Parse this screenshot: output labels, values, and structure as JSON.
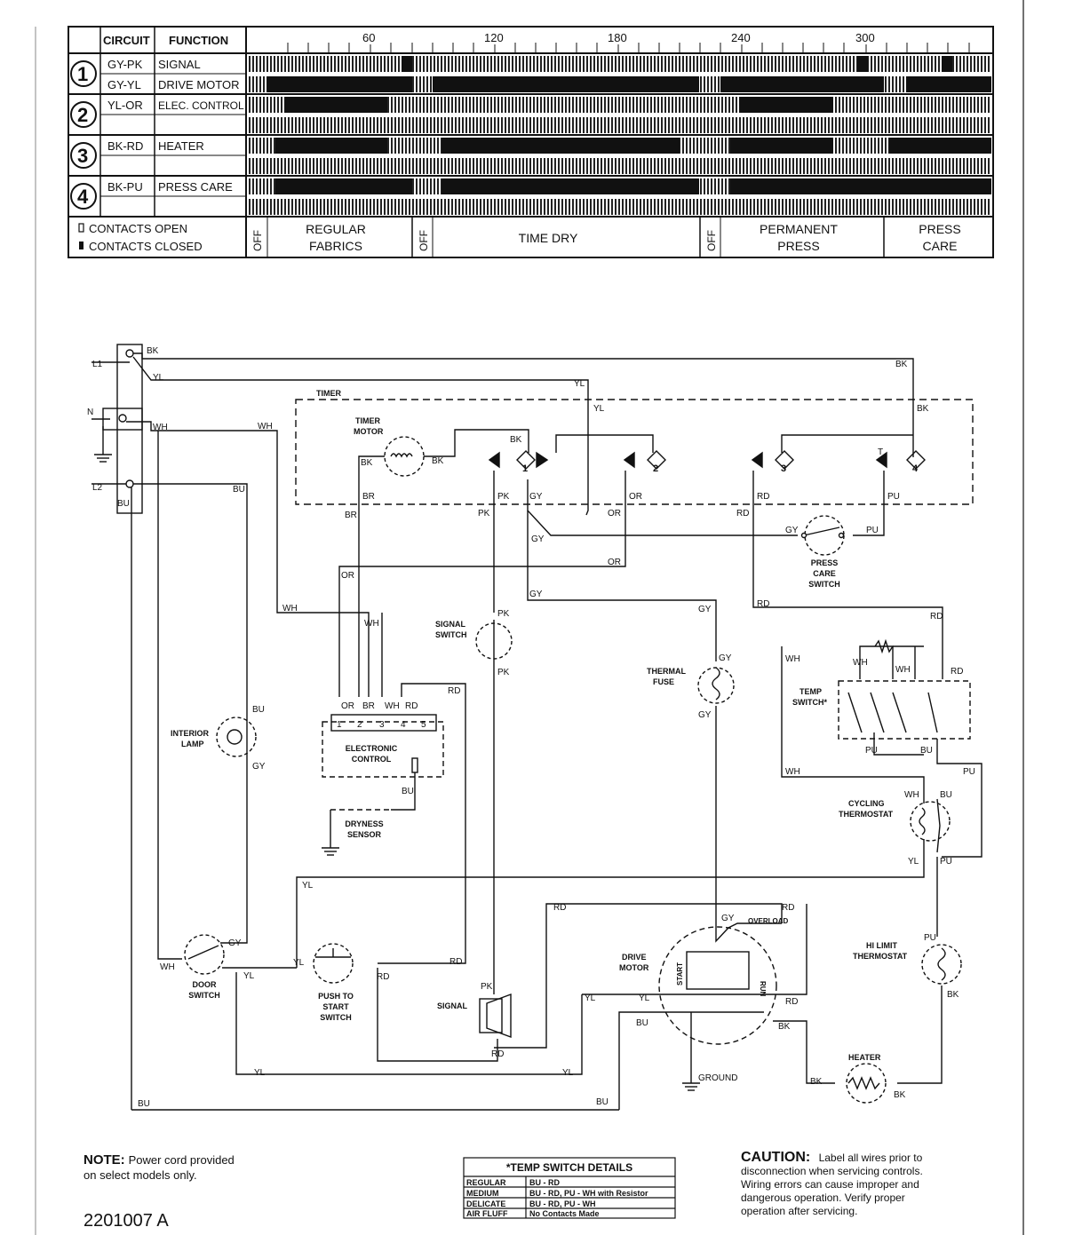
{
  "header_table": {
    "col_circuit": "CIRCUIT",
    "col_function": "FUNCTION",
    "time_ticks": [
      "60",
      "120",
      "180",
      "240",
      "300"
    ],
    "circuits": [
      {
        "num": "1",
        "rows": [
          {
            "code": "GY-PK",
            "function": "SIGNAL"
          },
          {
            "code": "GY-YL",
            "function": "DRIVE MOTOR"
          }
        ]
      },
      {
        "num": "2",
        "rows": [
          {
            "code": "YL-OR",
            "function": "ELEC. CONTROL"
          },
          {
            "code": "",
            "function": ""
          }
        ]
      },
      {
        "num": "3",
        "rows": [
          {
            "code": "BK-RD",
            "function": "HEATER"
          },
          {
            "code": "",
            "function": ""
          }
        ]
      },
      {
        "num": "4",
        "rows": [
          {
            "code": "BK-PU",
            "function": "PRESS CARE"
          },
          {
            "code": "",
            "function": ""
          }
        ]
      }
    ],
    "legend_open": "CONTACTS OPEN",
    "legend_closed": "CONTACTS CLOSED",
    "cycles": {
      "off": "OFF",
      "regular_1": "REGULAR",
      "regular_2": "FABRICS",
      "time_dry": "TIME DRY",
      "permanent_1": "PERMANENT",
      "permanent_2": "PRESS",
      "press_care_1": "PRESS",
      "press_care_2": "CARE"
    }
  },
  "schematic": {
    "l1": "L1",
    "n": "N",
    "l2": "L2",
    "timer": "TIMER",
    "timer_motor_1": "TIMER",
    "timer_motor_2": "MOTOR",
    "contacts": [
      "1",
      "2",
      "3",
      "4"
    ],
    "contact_t": "T",
    "wire": {
      "bk": "BK",
      "yl": "YL",
      "wh": "WH",
      "bu": "BU",
      "br": "BR",
      "pk": "PK",
      "gy": "GY",
      "or": "OR",
      "rd": "RD",
      "pu": "PU"
    },
    "press_care_switch_1": "PRESS",
    "press_care_switch_2": "CARE",
    "press_care_switch_3": "SWITCH",
    "signal_switch_1": "SIGNAL",
    "signal_switch_2": "SWITCH",
    "thermal_fuse_1": "THERMAL",
    "thermal_fuse_2": "FUSE",
    "temp_switch": "TEMP\nSWITCH*",
    "temp_switch_1": "TEMP",
    "temp_switch_2": "SWITCH*",
    "interior_lamp_1": "INTERIOR",
    "interior_lamp_2": "LAMP",
    "ec_pins": [
      "1",
      "2",
      "3",
      "4",
      "5"
    ],
    "electronic_control_1": "ELECTRONIC",
    "electronic_control_2": "CONTROL",
    "dryness_sensor_1": "DRYNESS",
    "dryness_sensor_2": "SENSOR",
    "cycling_thermostat_1": "CYCLING",
    "cycling_thermostat_2": "THERMOSTAT",
    "hi_limit_1": "HI LIMIT",
    "hi_limit_2": "THERMOSTAT",
    "door_switch_1": "DOOR",
    "door_switch_2": "SWITCH",
    "push_start_1": "PUSH TO",
    "push_start_2": "START",
    "push_start_3": "SWITCH",
    "signal": "SIGNAL",
    "drive_motor_1": "DRIVE",
    "drive_motor_2": "MOTOR",
    "overload": "OVERLOAD",
    "start": "START",
    "run": "RUN",
    "ground": "GROUND",
    "heater": "HEATER"
  },
  "footer": {
    "note_label": "NOTE:",
    "note_text_1": "Power cord provided",
    "note_text_2": "on select models only.",
    "part_number": "2201007 A",
    "temp_details_title": "*TEMP SWITCH DETAILS",
    "temp_details": [
      {
        "setting": "REGULAR",
        "detail": "BU - RD"
      },
      {
        "setting": "MEDIUM",
        "detail": "BU - RD, PU - WH with Resistor"
      },
      {
        "setting": "DELICATE",
        "detail": "BU - RD, PU - WH"
      },
      {
        "setting": "AIR FLUFF",
        "detail": "No Contacts Made"
      }
    ],
    "caution_label": "CAUTION:",
    "caution_lines": [
      "Label all wires prior to",
      "disconnection when servicing controls.",
      "Wiring errors can cause improper and",
      "dangerous operation. Verify proper",
      "operation after servicing."
    ]
  },
  "colors": {
    "ink": "#111111",
    "paper": "#ffffff"
  }
}
